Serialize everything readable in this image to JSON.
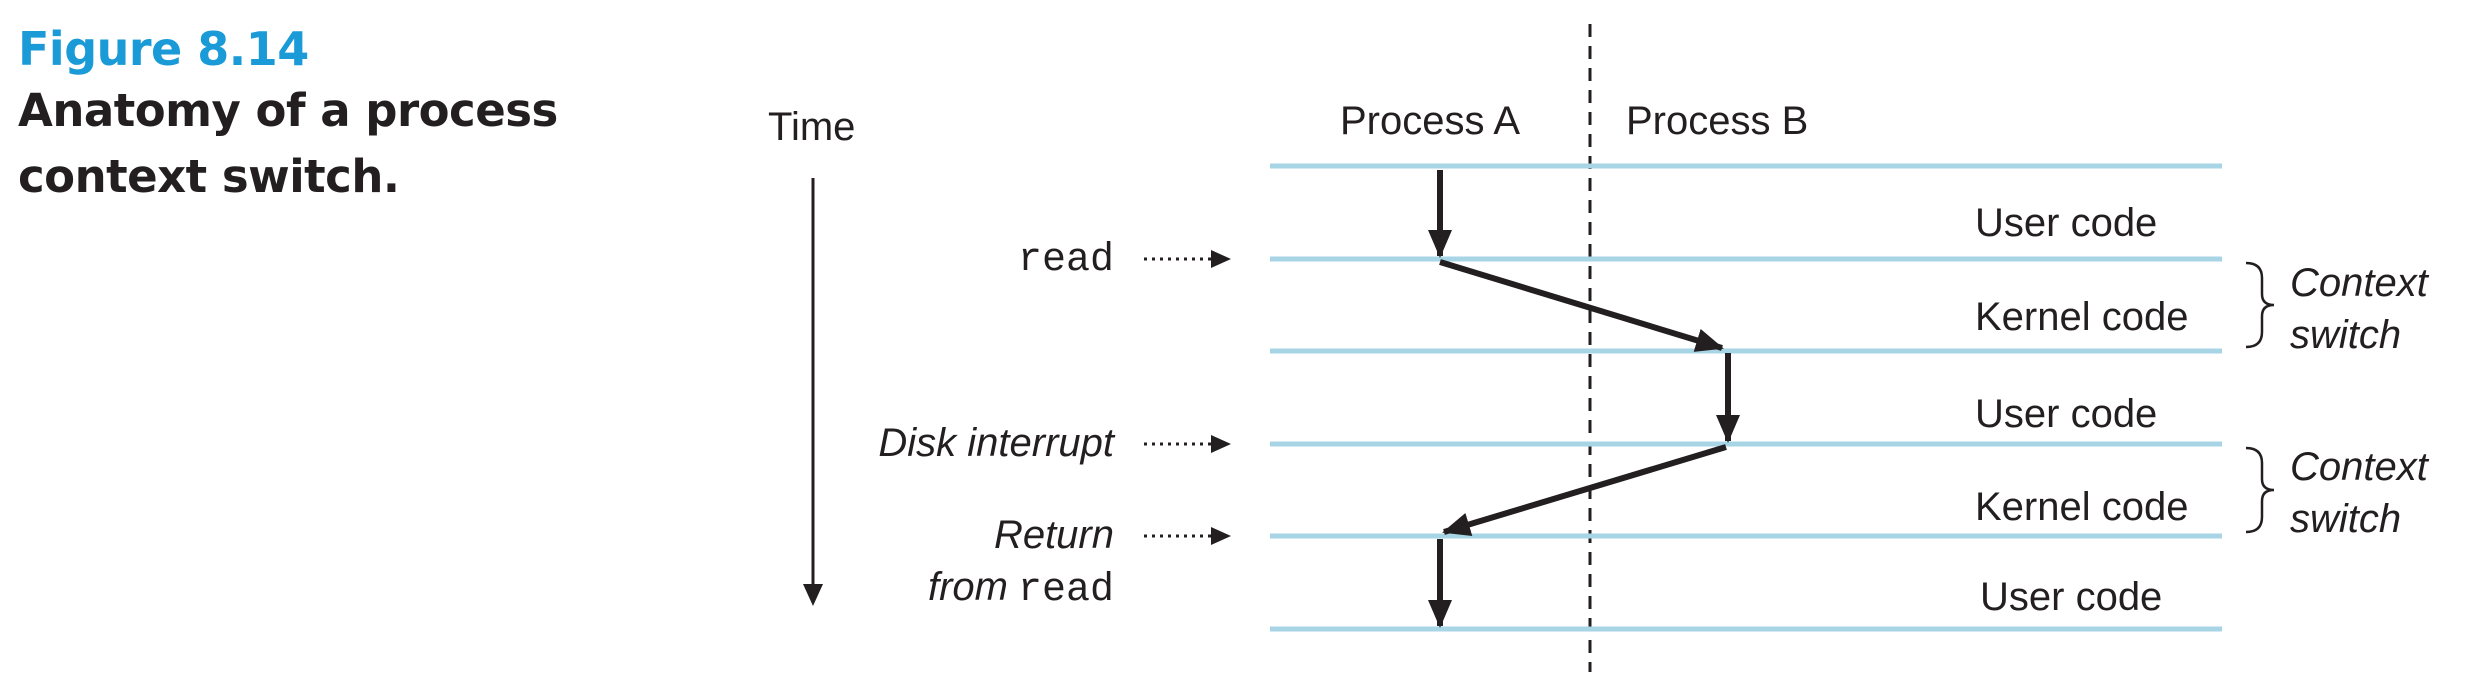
{
  "caption": {
    "figure_number": "Figure 8.14",
    "title_line1": "Anatomy of a process",
    "title_line2": "context switch."
  },
  "diagram": {
    "time_label": "Time",
    "process_a": "Process A",
    "process_b": "Process B",
    "segments": [
      "User code",
      "Kernel code",
      "User code",
      "Kernel code",
      "User code"
    ],
    "events": {
      "read": "read",
      "disk_interrupt": "Disk interrupt",
      "return_word": "Return",
      "from_word": "from",
      "read2": "read"
    },
    "context_switch_line1": "Context",
    "context_switch_line2": "switch",
    "colors": {
      "timeline": "#a7d5e6",
      "caption_accent": "#1a9ad6",
      "ink": "#231f20"
    }
  }
}
